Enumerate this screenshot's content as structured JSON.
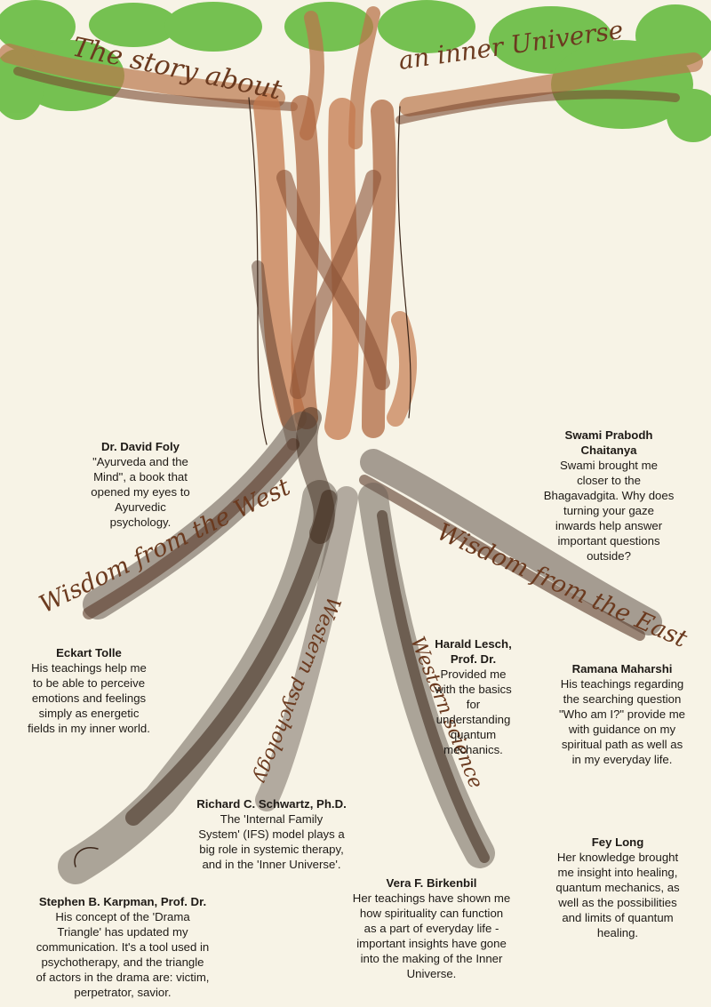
{
  "title": {
    "part1": "The story about",
    "part2": "an inner Universe"
  },
  "branch_labels": {
    "west": "Wisdom from the West",
    "east": "Wisdom from the East",
    "psychology": "Western psychology",
    "science": "Western science"
  },
  "people": [
    {
      "key": "foly",
      "name": "Dr. David Foly",
      "text": "\"Ayurveda and the\nMind\", a book that\nopened my eyes to\nAyurvedic\npsychology."
    },
    {
      "key": "chaitanya",
      "name": "Swami Prabodh\nChaitanya",
      "text": "Swami brought me\ncloser to the\nBhagavadgita. Why does\nturning your gaze\ninwards help answer\nimportant questions\noutside?"
    },
    {
      "key": "tolle",
      "name": "Eckart Tolle",
      "text": "His teachings help me\nto be able to perceive\nemotions and feelings\nsimply as energetic\nfields in my inner world."
    },
    {
      "key": "lesch",
      "name": "Harald Lesch,\nProf. Dr.",
      "text": "Provided me\nwith the basics\nfor\nunderstanding\nquantum\nmechanics."
    },
    {
      "key": "maharshi",
      "name": "Ramana Maharshi",
      "text": "His teachings regarding\nthe searching question\n\"Who am I?\" provide me\nwith guidance on my\nspiritual path as well as\nin my everyday life."
    },
    {
      "key": "schwartz",
      "name": "Richard C. Schwartz, Ph.D.",
      "text": "The 'Internal Family\nSystem' (IFS) model plays a\nbig role in systemic therapy,\nand in the 'Inner Universe'."
    },
    {
      "key": "long",
      "name": "Fey Long",
      "text": "Her knowledge brought\nme insight into healing,\nquantum mechanics, as\nwell as the possibilities\nand limits of quantum\nhealing."
    },
    {
      "key": "birkenbil",
      "name": "Vera F. Birkenbil",
      "text": "Her teachings have shown me\nhow spirituality can function\nas a part of everyday life -\nimportant insights have gone\ninto the making of the Inner\nUniverse."
    },
    {
      "key": "karpman",
      "name": "Stephen B. Karpman, Prof. Dr.",
      "text": "His concept of the 'Drama\nTriangle' has updated my\ncommunication. It's a tool used in\npsychotherapy, and the triangle\nof actors in the drama are: victim,\nperpetrator, savior."
    }
  ],
  "colors": {
    "background": "#f7f3e6",
    "leaves": "#6fbf4a",
    "trunk_light": "#c47a4e",
    "trunk_dark": "#5a3a2a",
    "root_gray": "#6e6258",
    "handwriting": "#6b3a1f"
  }
}
